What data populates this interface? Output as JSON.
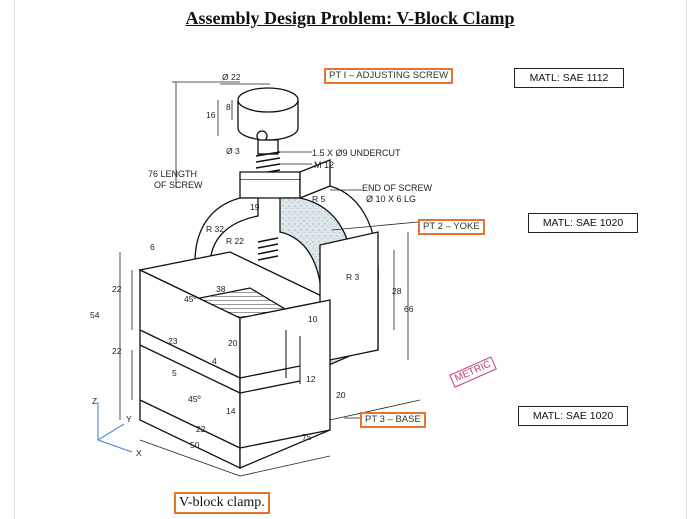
{
  "title": "Assembly Design Problem: V-Block Clamp",
  "parts": [
    {
      "label": "PT I – ADJUSTING SCREW",
      "matl": "MATL: SAE 1112"
    },
    {
      "label": "PT 2 – YOKE",
      "matl": "MATL: SAE 1020"
    },
    {
      "label": "PT 3 – BASE",
      "matl": "MATL: SAE 1020"
    }
  ],
  "notes": {
    "undercut": "1.5 X Ø9 UNDERCUT",
    "thread": "M 12",
    "length_1": "76 LENGTH",
    "length_2": "OF SCREW",
    "end_1": "END OF SCREW",
    "end_2": "Ø 10 X 6 LG",
    "metric": "METRIC"
  },
  "dimensions": {
    "d22": "Ø 22",
    "d16": "16",
    "d8": "8",
    "d3": "Ø 3",
    "d19": "19",
    "r5": "R 5",
    "r32": "R 32",
    "r22": "R 22",
    "d6": "6",
    "d38": "38",
    "a45a": "45º",
    "d22a": "22",
    "d54": "54",
    "d23": "23",
    "d20": "20",
    "d4": "4",
    "d22b": "22",
    "d5": "5",
    "d10": "10",
    "r3": "R 3",
    "d28": "28",
    "d66": "66",
    "d12": "12",
    "a45b": "45º",
    "d14": "14",
    "d22c": "22",
    "d50": "50",
    "d20b": "20",
    "d75": "75"
  },
  "axes": {
    "z": "Z",
    "y": "Y",
    "x": "X"
  },
  "caption": "V-block clamp."
}
